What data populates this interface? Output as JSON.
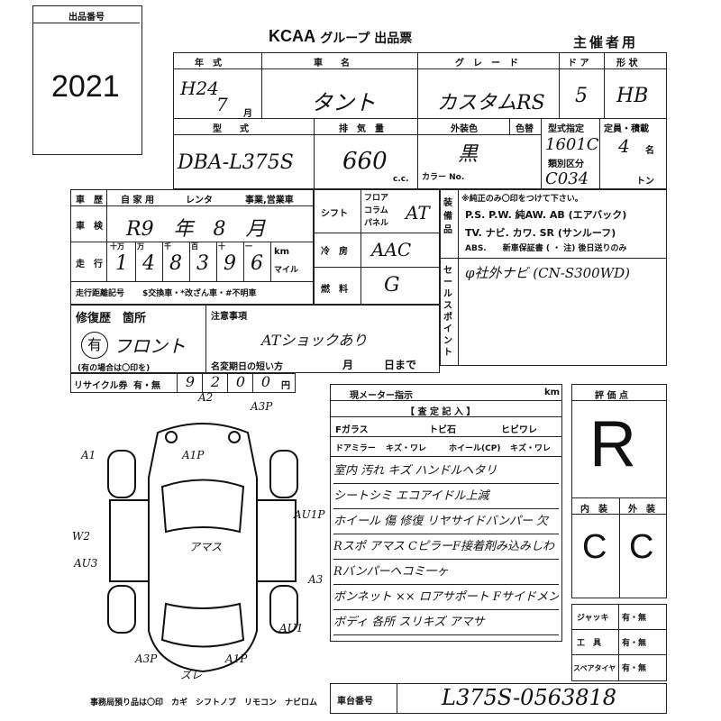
{
  "lot_box": {
    "label": "出品番号",
    "number": "2021"
  },
  "header": {
    "brand": "KCAA",
    "title": ". グループ 出品票",
    "organizer": "主催者用"
  },
  "vehicle_header": {
    "year_label": "年　式",
    "name_label": "車　　名",
    "grade_label": "グ　レ　ー　ド",
    "door_label": "ド ア",
    "shape_label": "形 状",
    "year_value": "H24",
    "month_value": "7",
    "month_unit": "月",
    "name_value": "タント",
    "grade_value": "カスタムRS",
    "door_value": "5",
    "shape_value": "HB"
  },
  "specs": {
    "model_label": "型　　式",
    "disp_label": "排　気　量",
    "ext_color_label": "外装色",
    "color_swap_label": "色替",
    "type_spec_label": "型式指定",
    "class_label": "類別区分",
    "capacity_label": "定員・積載",
    "model_value": "DBA-L375S",
    "disp_value": "660",
    "cc_unit": "c.c.",
    "color_value": "黒",
    "color_no_label": "カラー No.",
    "type_spec_value": "1601C",
    "class_value": "C034",
    "capacity_value": "4",
    "capacity_unit": "名",
    "ton_unit": "トン"
  },
  "history": {
    "history_label": "車　歴",
    "private_label": "自 家 用",
    "rental_label": "レンタ",
    "business_label": "事業,営業車",
    "inspection_label": "車　検",
    "inspection_value": "R9　年　8　月",
    "year_unit": "年",
    "month_unit": "月",
    "mileage_label": "走　行",
    "mileage_digits": [
      "1",
      "4",
      "8",
      "3",
      "9",
      "6"
    ],
    "mileage_units": [
      "十万",
      "万",
      "千",
      "百",
      "十",
      "一"
    ],
    "km_label": "km",
    "mile_label": "マイル",
    "record_label": "走行距離記号",
    "record_text": "$交換車・*改ざん車・#不明車"
  },
  "drive": {
    "shift_label": "シフト",
    "floor": "フロア",
    "column": "コラム",
    "panel": "パネル",
    "shift_value": "AT",
    "ac_label": "冷　房",
    "ac_value": "AAC",
    "fuel_label": "燃　料",
    "fuel_value": "G"
  },
  "equipment": {
    "label": "装備品",
    "note": "※純正のみ〇印をつけて下さい。",
    "line1": "P.S.  P.W.  純AW.  AB (エアバック)",
    "line2": "TV.  ナビ.  カワ.  SR (サンルーフ)",
    "line3": "ABS.　　新車保証書 ( ・ 注) 後日送りのみ"
  },
  "sales_point": {
    "label": "セールスポイント",
    "text": "φ社外ナビ (CN-S300WD)"
  },
  "repair": {
    "label": "修復歴　箇所",
    "sub": "(有の場合は〇印を)",
    "value_mark": "有",
    "value": "フロント"
  },
  "remarks": {
    "label": "注意事項",
    "text": "ATショックあり",
    "short_label": "名変期日の短い方",
    "month": "月",
    "day": "日まで"
  },
  "recycle": {
    "label": "リサイクル券",
    "option": "有・無",
    "digits": [
      "9",
      "2",
      "0",
      "0"
    ],
    "unit": "円"
  },
  "meter": {
    "label": "現メーター指示",
    "km": "km"
  },
  "inspection_notes": {
    "label": "【 査 定 記 入 】",
    "glass_f": "Fガラス",
    "glass_opts": "トビ石",
    "crack": "ヒビワレ",
    "mirror": "ドアミラー",
    "mirror_opts": "キズ・ワレ",
    "wheel": "ホイール(CP)",
    "wheel_opts": "キズ・ワレ",
    "lines": [
      "室内 汚れ キズ ハンドルヘタリ",
      "シートシミ エコアイドル上減",
      "ホイール 傷 修復 リヤサイドバンパー 欠",
      "Rスポ アマス CピラーF接着剤み込みしわ",
      "Rバンパーヘコミ一ヶ",
      "ボンネット ×× ロアサポート Fサイドメンバーハニム",
      "ボディ 各所 スリキズ アマサ"
    ]
  },
  "evaluation": {
    "label": "評 価 点",
    "score": "R",
    "interior_label": "内　装",
    "exterior_label": "外　装",
    "interior": "C",
    "exterior": "C"
  },
  "accessories": {
    "jack": "ジャッキ",
    "tools": "工　具",
    "spare": "スペアタイヤ",
    "option": "有・無"
  },
  "diagram_marks": [
    "A1",
    "A2",
    "A3P",
    "A1P",
    "W2",
    "AU3",
    "AU1P",
    "A3",
    "AU1",
    "A3P",
    "ズレ",
    "A1P",
    "アマス"
  ],
  "office_note": "事務局預り品は〇印　カギ　シフトノブ　リモコン　ナビロム",
  "chassis": {
    "label": "車台番号",
    "value": "L375S-0563818"
  }
}
